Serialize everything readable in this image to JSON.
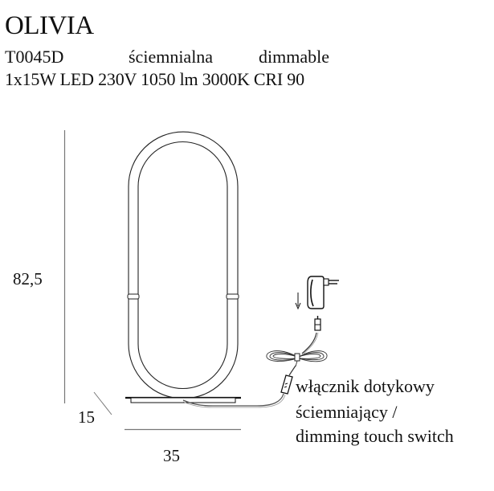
{
  "product": {
    "name": "OLIVIA",
    "code": "T0045D",
    "dimmable_pl": "ściemnialna",
    "dimmable_en": "dimmable",
    "specs": "1x15W LED 230V 1050 lm 3000K CRI 90"
  },
  "dimensions": {
    "height": "82,5",
    "depth": "15",
    "width": "35"
  },
  "switch_label": {
    "line1": "włącznik dotykowy",
    "line2": "ściemniający /",
    "line3": "dimming touch switch"
  },
  "colors": {
    "line": "#111111",
    "dimension_line": "#777777",
    "background": "#ffffff"
  }
}
